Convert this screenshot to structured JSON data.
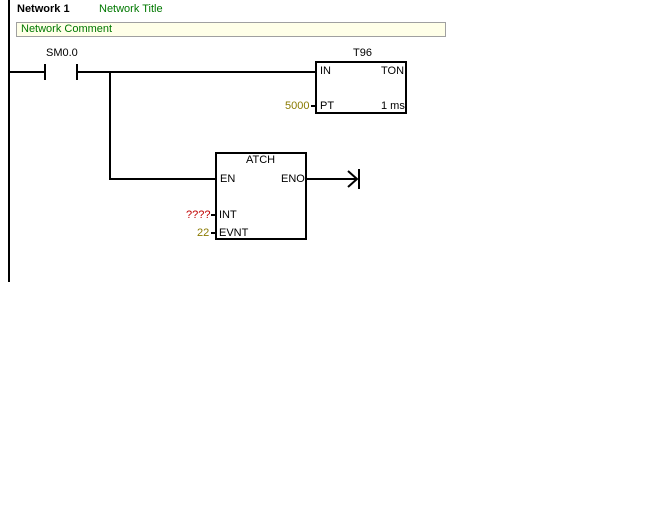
{
  "network": {
    "label": "Network 1",
    "title": "Network Title",
    "comment": "Network Comment"
  },
  "contact": {
    "address": "SM0.0"
  },
  "timer": {
    "name": "T96",
    "type": "TON",
    "in_label": "IN",
    "pt_label": "PT",
    "pt_value": "5000",
    "resolution": "1 ms"
  },
  "atch": {
    "name": "ATCH",
    "en_label": "EN",
    "eno_label": "ENO",
    "int_label": "INT",
    "int_value": "????",
    "evnt_label": "EVNT",
    "evnt_value": "22"
  },
  "colors": {
    "title_green": "#007800",
    "param_olive": "#8a7a00",
    "undefined_red": "#c00000",
    "comment_bg": "#ffffe8"
  }
}
